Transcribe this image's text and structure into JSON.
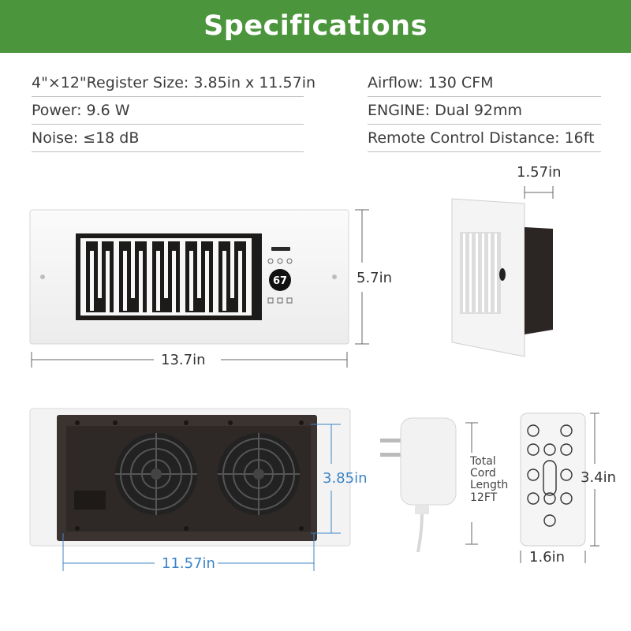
{
  "banner": {
    "title": "Specifications"
  },
  "specs": {
    "left": [
      "4\"×12\"Register Size: 3.85in x 11.57in",
      "Power: 9.6 W",
      "Noise: ≤18 dB"
    ],
    "right": [
      "Airflow: 130 CFM",
      "ENGINE: Dual 92mm",
      "Remote Control Distance: 16ft"
    ]
  },
  "front_view": {
    "width_label": "13.7in",
    "height_label": "5.7in",
    "display_temp": "67"
  },
  "side_view": {
    "depth_label": "1.57in"
  },
  "bottom_view": {
    "height_label": "3.85in",
    "width_label": "11.57in"
  },
  "adapter": {
    "cord_line1": "Total",
    "cord_line2": "Cord",
    "cord_line3": "Length",
    "cord_line4": "12FT"
  },
  "remote": {
    "height_label": "3.4in",
    "width_label": "1.6in"
  },
  "colors": {
    "banner": "#4b963c",
    "accent_blue": "#3d84c6",
    "fan_housing": "#3a3330"
  }
}
